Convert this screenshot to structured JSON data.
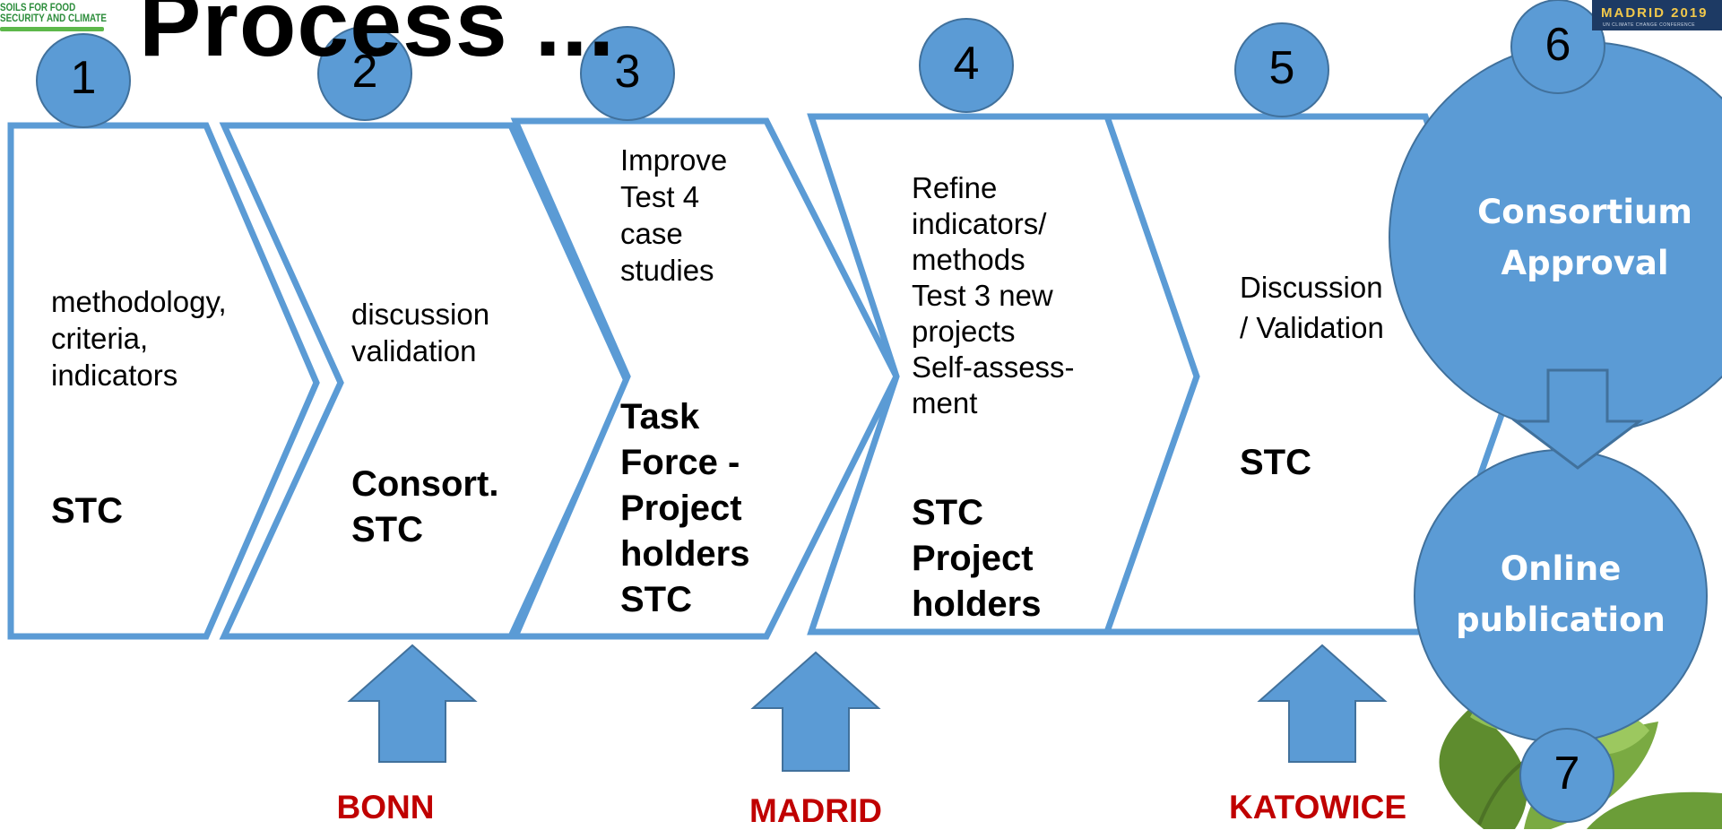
{
  "slide": {
    "title": "Process ...",
    "logo_left": {
      "line1": "SOILS FOR FOOD",
      "line2": "SECURITY AND CLIMATE"
    },
    "logo_right": {
      "line1": "MADRID 2019",
      "line2": "UN CLIMATE CHANGE CONFERENCE"
    }
  },
  "steps": [
    {
      "number": "1",
      "text": [
        "methodology,",
        "criteria,",
        "indicators"
      ],
      "bold": [
        "STC"
      ]
    },
    {
      "number": "2",
      "text": [
        "discussion",
        "validation"
      ],
      "bold": [
        "Consort.",
        "STC"
      ]
    },
    {
      "number": "3",
      "text": [
        "Improve",
        "Test 4",
        "case",
        "studies"
      ],
      "bold": [
        "Task",
        "Force -",
        "Project",
        "holders",
        "STC"
      ]
    },
    {
      "number": "4",
      "text": [
        "Refine",
        "indicators/",
        "methods",
        "Test 3 new",
        "projects",
        "Self-assess-",
        "ment"
      ],
      "bold": [
        "STC",
        "Project",
        "holders"
      ]
    },
    {
      "number": "5",
      "text": [
        "Discussion",
        "/ Validation"
      ],
      "bold": [
        "STC"
      ]
    },
    {
      "number": "6",
      "label": [
        "Consortium",
        "Approval"
      ]
    },
    {
      "number": "7",
      "label": [
        "Online",
        "publication"
      ]
    }
  ],
  "cities": [
    "BONN",
    "MADRID",
    "KATOWICE"
  ],
  "colors": {
    "shape_fill": "#5b9bd5",
    "shape_stroke": "#41719c",
    "chevron_stroke": "#5b9bd5",
    "city_text": "#c00000",
    "leaf": "#6f9a3c"
  }
}
